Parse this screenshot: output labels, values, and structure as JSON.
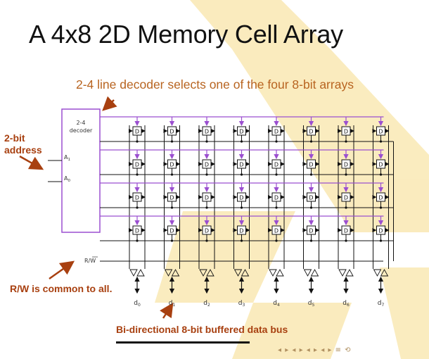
{
  "slide": {
    "title": "A 4x8 2D Memory Cell Array",
    "caption": "2-4 line decoder selects one of the four 8-bit arrays",
    "address_label": "2-bit address",
    "rw_note": "R/W is common to all.",
    "bus_label": "Bi-directional 8-bit buffered data bus"
  },
  "decoder": {
    "label_top": "2-4",
    "label_bottom": "decoder",
    "input_a1": "A",
    "input_a1_sub": "1",
    "input_a0": "A",
    "input_a0_sub": "0"
  },
  "rw_signal": "R/W",
  "cell_label": "D",
  "grid": {
    "rows": 4,
    "cols": 8
  },
  "data_outputs": [
    {
      "base": "d",
      "sub": "0"
    },
    {
      "base": "d",
      "sub": "1"
    },
    {
      "base": "d",
      "sub": "2"
    },
    {
      "base": "d",
      "sub": "3"
    },
    {
      "base": "d",
      "sub": "4"
    },
    {
      "base": "d",
      "sub": "5"
    },
    {
      "base": "d",
      "sub": "6"
    },
    {
      "base": "d",
      "sub": "7"
    }
  ],
  "colors": {
    "title": "#111111",
    "caption": "#b86420",
    "annotation": "#a84010",
    "decoder_lines": "#9b4fd0",
    "wires": "#111111",
    "watermark": "#f6dc8a"
  },
  "nav_glyphs": "◂ ▸ ◂ ▸ ◂ ▸ ◂ ▸ ≡ ⟲"
}
